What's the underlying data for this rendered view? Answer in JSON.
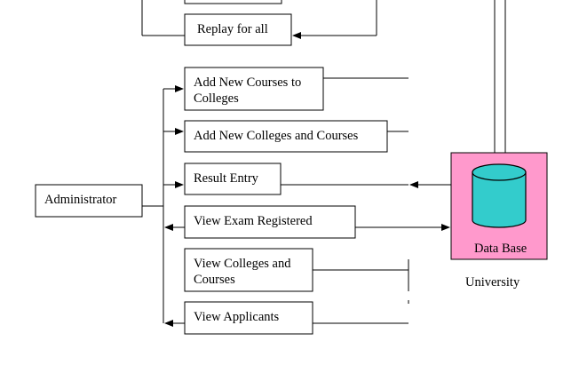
{
  "diagram": {
    "nodes": {
      "replay": "Replay for all",
      "add_courses_line1": "Add New Courses to",
      "add_courses_line2": "Colleges",
      "add_colleges": "Add New Colleges and Courses",
      "result_entry": "Result Entry",
      "administrator": "Administrator",
      "view_exam": "View Exam Registered",
      "view_colleges_line1": "View Colleges and",
      "view_colleges_line2": "Courses",
      "view_applicants": "View Applicants",
      "database": "Data Base",
      "university": "University"
    },
    "colors": {
      "database_box": "#ff99cc",
      "cylinder": "#33cccc"
    }
  }
}
